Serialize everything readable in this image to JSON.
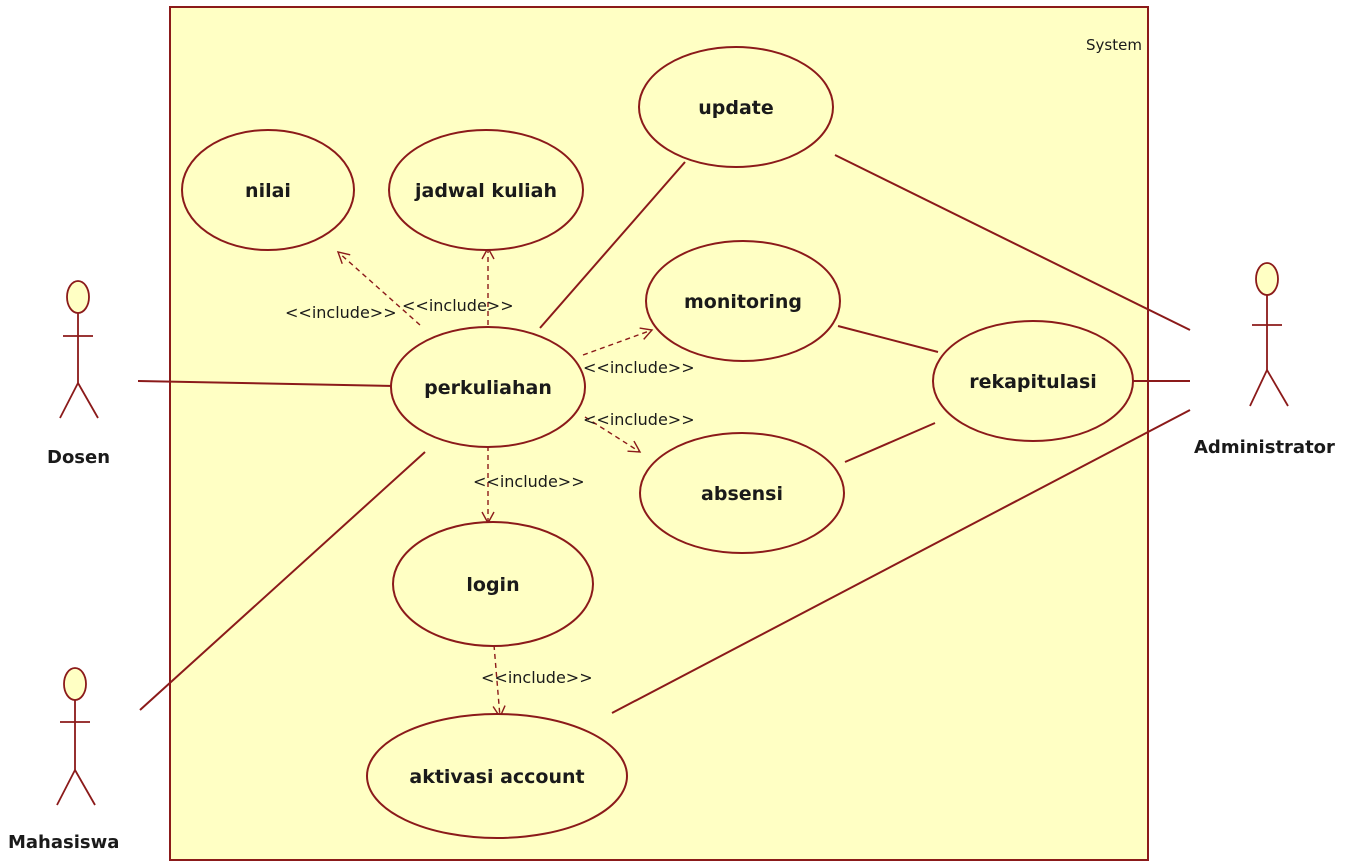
{
  "system": {
    "label": "System",
    "fill_color": "#ffffc4",
    "border_color": "#8b1a1a"
  },
  "actors": {
    "dosen": "Dosen",
    "mahasiswa": "Mahasiswa",
    "administrator": "Administrator"
  },
  "use_cases": {
    "nilai": "nilai",
    "jadwal_kuliah": "jadwal kuliah",
    "update": "update",
    "monitoring": "monitoring",
    "perkuliahan": "perkuliahan",
    "rekapitulasi": "rekapitulasi",
    "absensi": "absensi",
    "login": "login",
    "aktivasi_account": "aktivasi account"
  },
  "relations": {
    "include_nilai": "<<include>>",
    "include_jadwal": "<<include>>",
    "include_monitoring": "<<include>>",
    "include_absensi": "<<include>>",
    "include_login": "<<include>>",
    "include_aktivasi": "<<include>>"
  },
  "colors": {
    "line": "#8b1a1a",
    "ellipse_fill": "#ffffc4",
    "actor_head_fill": "#ffffc4"
  }
}
